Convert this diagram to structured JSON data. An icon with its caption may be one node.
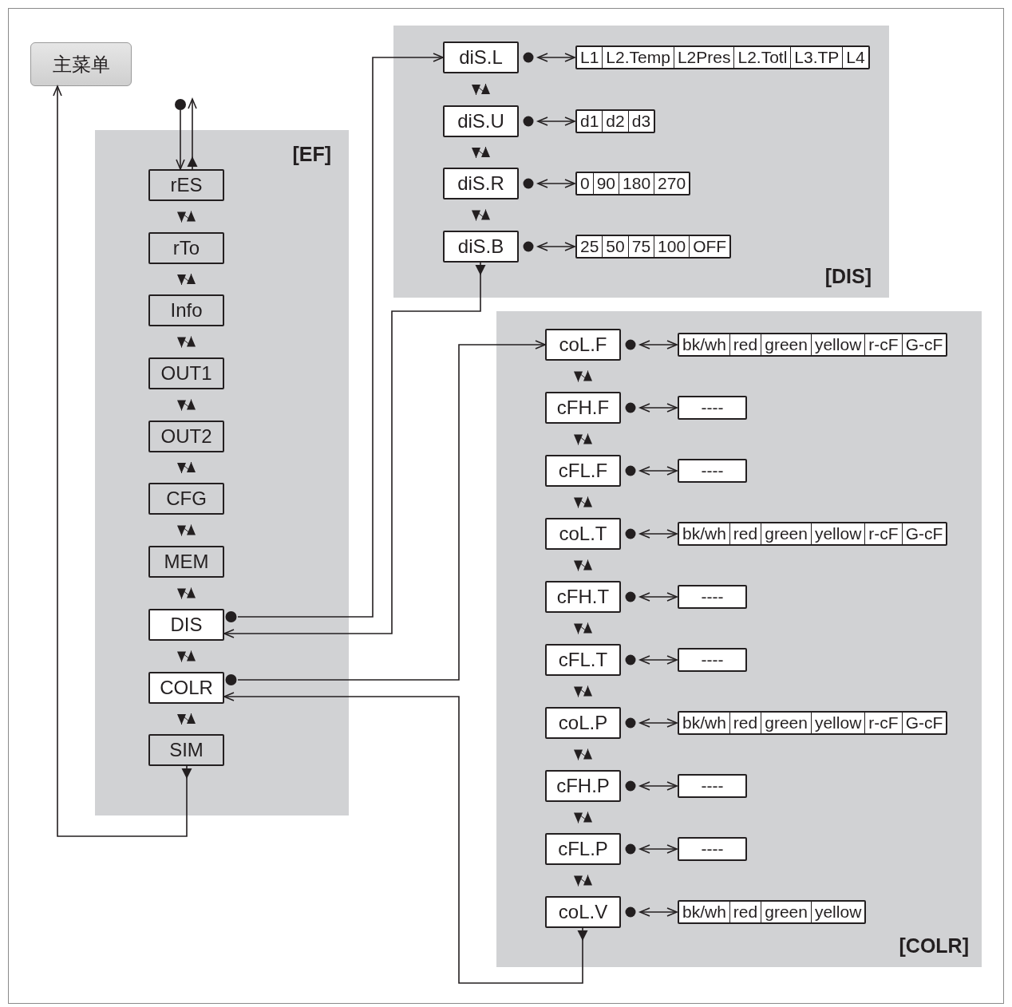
{
  "diagram": {
    "nodes": [
      {
        "text": [
          "主菜单"
        ]
      },
      {
        "text": [
          "[EF]"
        ]
      },
      {
        "text": [
          "rES"
        ],
        "in": 1
      },
      {
        "text": [
          "rTo"
        ],
        "in": 1
      },
      {
        "text": [
          "Info"
        ],
        "in": 1
      },
      {
        "text": [
          "OUT1"
        ],
        "in": 1
      },
      {
        "text": [
          "OUT2"
        ],
        "in": 1
      },
      {
        "text": [
          "CFG"
        ],
        "in": 1
      },
      {
        "text": [
          "MEM"
        ],
        "in": 1
      },
      {
        "text": [
          "DIS"
        ],
        "in": 1
      },
      {
        "text": [
          "COLR"
        ],
        "in": 1
      },
      {
        "text": [
          "SIM"
        ],
        "in": 1
      },
      {
        "text": [
          "[DIS]"
        ]
      },
      {
        "text": [
          "diS.L"
        ],
        "in": 12
      },
      {
        "text": [
          "L1",
          "L2.Temp",
          "L2Pres",
          "L2.Totl",
          "L3.TP",
          "L4"
        ],
        "in": 12
      },
      {
        "text": [
          "diS.U"
        ],
        "in": 12
      },
      {
        "text": [
          "d1",
          "d2",
          "d3"
        ],
        "in": 12
      },
      {
        "text": [
          "diS.R"
        ],
        "in": 12
      },
      {
        "text": [
          "0",
          "90",
          "180",
          "270"
        ],
        "in": 12
      },
      {
        "text": [
          "diS.B"
        ],
        "in": 12
      },
      {
        "text": [
          "25",
          "50",
          "75",
          "100",
          "OFF"
        ],
        "in": 12
      },
      {
        "text": [
          "[COLR]"
        ]
      },
      {
        "text": [
          "coL.F"
        ],
        "in": 21
      },
      {
        "text": [
          "bk/wh",
          "red",
          "green",
          "yellow",
          "r-cF",
          "G-cF"
        ],
        "in": 21
      },
      {
        "text": [
          "cFH.F"
        ],
        "in": 21
      },
      {
        "text": [
          "----"
        ],
        "in": 21
      },
      {
        "text": [
          "cFL.F"
        ],
        "in": 21
      },
      {
        "text": [
          "----"
        ],
        "in": 21
      },
      {
        "text": [
          "coL.T"
        ],
        "in": 21
      },
      {
        "text": [
          "bk/wh",
          "red",
          "green",
          "yellow",
          "r-cF",
          "G-cF"
        ],
        "in": 21
      },
      {
        "text": [
          "cFH.T"
        ],
        "in": 21
      },
      {
        "text": [
          "----"
        ],
        "in": 21
      },
      {
        "text": [
          "cFL.T"
        ],
        "in": 21
      },
      {
        "text": [
          "----"
        ],
        "in": 21
      },
      {
        "text": [
          "coL.P"
        ],
        "in": 21
      },
      {
        "text": [
          "bk/wh",
          "red",
          "green",
          "yellow",
          "r-cF",
          "G-cF"
        ],
        "in": 21
      },
      {
        "text": [
          "cFH.P"
        ],
        "in": 21
      },
      {
        "text": [
          "----"
        ],
        "in": 21
      },
      {
        "text": [
          "cFL.P"
        ],
        "in": 21
      },
      {
        "text": [
          "----"
        ],
        "in": 21
      },
      {
        "text": [
          "coL.V"
        ],
        "in": 21
      },
      {
        "text": [
          "bk/wh",
          "red",
          "green",
          "yellow"
        ],
        "in": 21
      }
    ],
    "edges": [
      {
        "from": null,
        "to": 2,
        "arrow": "to"
      },
      {
        "from": 2,
        "to": null,
        "arrow": "to"
      },
      {
        "from": 2,
        "to": 3,
        "arrow": "both"
      },
      {
        "from": 3,
        "to": 4,
        "arrow": "both"
      },
      {
        "from": 4,
        "to": 5,
        "arrow": "both"
      },
      {
        "from": 5,
        "to": 6,
        "arrow": "both"
      },
      {
        "from": 6,
        "to": 7,
        "arrow": "both"
      },
      {
        "from": 7,
        "to": 8,
        "arrow": "both"
      },
      {
        "from": 8,
        "to": 9,
        "arrow": "both"
      },
      {
        "from": 9,
        "to": 10,
        "arrow": "both"
      },
      {
        "from": 10,
        "to": 11,
        "arrow": "both"
      },
      {
        "from": 11,
        "to": 0,
        "arrow": "to"
      },
      {
        "from": 9,
        "to": 13,
        "arrow": "to"
      },
      {
        "from": 13,
        "to": 14,
        "arrow": "both"
      },
      {
        "from": 15,
        "to": 16,
        "arrow": "both"
      },
      {
        "from": 17,
        "to": 18,
        "arrow": "both"
      },
      {
        "from": 19,
        "to": 20,
        "arrow": "both"
      },
      {
        "from": 13,
        "to": 15,
        "arrow": "both"
      },
      {
        "from": 15,
        "to": 17,
        "arrow": "both"
      },
      {
        "from": 17,
        "to": 19,
        "arrow": "both"
      },
      {
        "from": 19,
        "to": 9,
        "arrow": "to"
      },
      {
        "from": 10,
        "to": 22,
        "arrow": "to"
      },
      {
        "from": 22,
        "to": 23,
        "arrow": "both"
      },
      {
        "from": 24,
        "to": 25,
        "arrow": "both"
      },
      {
        "from": 26,
        "to": 27,
        "arrow": "both"
      },
      {
        "from": 28,
        "to": 29,
        "arrow": "both"
      },
      {
        "from": 30,
        "to": 31,
        "arrow": "both"
      },
      {
        "from": 32,
        "to": 33,
        "arrow": "both"
      },
      {
        "from": 34,
        "to": 35,
        "arrow": "both"
      },
      {
        "from": 36,
        "to": 37,
        "arrow": "both"
      },
      {
        "from": 38,
        "to": 39,
        "arrow": "both"
      },
      {
        "from": 40,
        "to": 41,
        "arrow": "both"
      },
      {
        "from": 22,
        "to": 24,
        "arrow": "both"
      },
      {
        "from": 24,
        "to": 26,
        "arrow": "both"
      },
      {
        "from": 26,
        "to": 28,
        "arrow": "both"
      },
      {
        "from": 28,
        "to": 30,
        "arrow": "both"
      },
      {
        "from": 30,
        "to": 32,
        "arrow": "both"
      },
      {
        "from": 32,
        "to": 34,
        "arrow": "both"
      },
      {
        "from": 34,
        "to": 36,
        "arrow": "both"
      },
      {
        "from": 36,
        "to": 38,
        "arrow": "both"
      },
      {
        "from": 38,
        "to": 40,
        "arrow": "both"
      },
      {
        "from": 40,
        "to": 10,
        "arrow": "to"
      }
    ]
  }
}
